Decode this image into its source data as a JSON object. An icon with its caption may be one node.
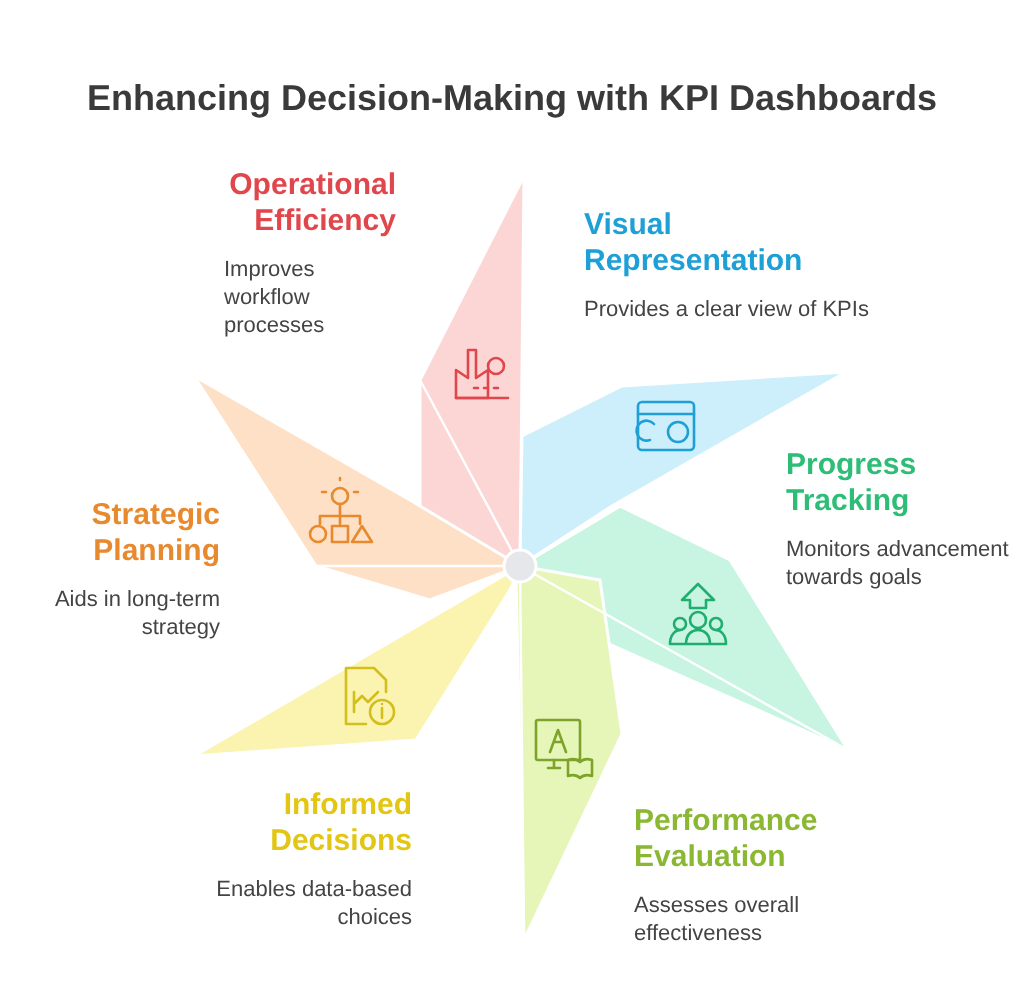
{
  "diagram": {
    "title": "Enhancing Decision-Making with KPI Dashboards",
    "nodes": [
      {
        "text": [
          "Operational Efficiency",
          "Improves workflow processes"
        ]
      },
      {
        "text": [
          "Visual Representation",
          "Provides a clear view of KPIs"
        ]
      },
      {
        "text": [
          "Progress Tracking",
          "Monitors advancement towards goals"
        ]
      },
      {
        "text": [
          "Performance Evaluation",
          "Assesses overall effectiveness"
        ]
      },
      {
        "text": [
          "Informed Decisions",
          "Enables data-based choices"
        ]
      },
      {
        "text": [
          "Strategic Planning",
          "Aids in long-term strategy"
        ]
      }
    ]
  }
}
